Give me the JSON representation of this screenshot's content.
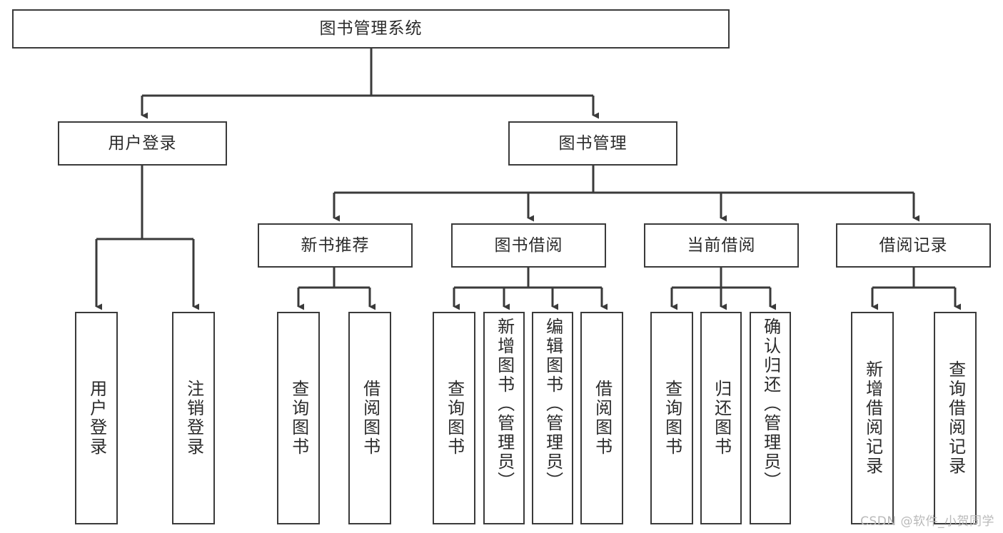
{
  "diagram": {
    "type": "tree-hierarchy",
    "title": "图书管理系统",
    "root": {
      "label": "图书管理系统"
    },
    "level2": [
      {
        "label": "用户登录"
      },
      {
        "label": "图书管理"
      }
    ],
    "level3": [
      {
        "label": "新书推荐"
      },
      {
        "label": "图书借阅"
      },
      {
        "label": "当前借阅"
      },
      {
        "label": "借阅记录"
      }
    ],
    "leaves": {
      "user_login": [
        {
          "label": "用户登录"
        },
        {
          "label": "注销登录"
        }
      ],
      "new_book_recommend": [
        {
          "label": "查询图书"
        },
        {
          "label": "借阅图书"
        }
      ],
      "book_borrow": [
        {
          "label": "查询图书"
        },
        {
          "label": "新增图书（管理员）"
        },
        {
          "label": "编辑图书（管理员）"
        },
        {
          "label": "借阅图书"
        }
      ],
      "current_borrow": [
        {
          "label": "查询图书"
        },
        {
          "label": "归还图书"
        },
        {
          "label": "确认归还（管理员）"
        }
      ],
      "borrow_record": [
        {
          "label": "新增借阅记录"
        },
        {
          "label": "查询借阅记录"
        }
      ]
    }
  },
  "watermark": {
    "text": "CSDN @软件_小贺同学"
  },
  "colors": {
    "stroke": "#3a3a3a",
    "background": "#ffffff",
    "text": "#2b2b2b",
    "watermark": "#b9b9b9"
  }
}
